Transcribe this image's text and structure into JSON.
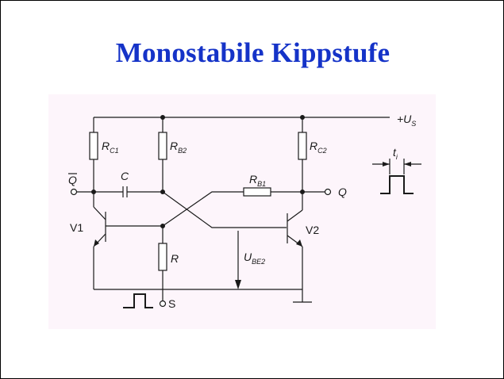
{
  "slide": {
    "title": "Monostabile Kippstufe"
  },
  "schematic": {
    "supply": {
      "label": "+U",
      "sub": "S"
    },
    "resistors": {
      "rc1": {
        "label": "R",
        "sub": "C1"
      },
      "rb2": {
        "label": "R",
        "sub": "B2"
      },
      "rc2": {
        "label": "R",
        "sub": "C2"
      },
      "rb1": {
        "label": "R",
        "sub": "B1"
      },
      "r": {
        "label": "R"
      }
    },
    "capacitor": {
      "label": "C"
    },
    "transistors": {
      "v1": "V1",
      "v2": "V2"
    },
    "outputs": {
      "q_bar": "Q",
      "q": "Q"
    },
    "voltage": {
      "label": "U",
      "sub": "BE2"
    },
    "trigger": {
      "label": "S"
    },
    "timing": {
      "label": "t",
      "sub": "i"
    }
  }
}
